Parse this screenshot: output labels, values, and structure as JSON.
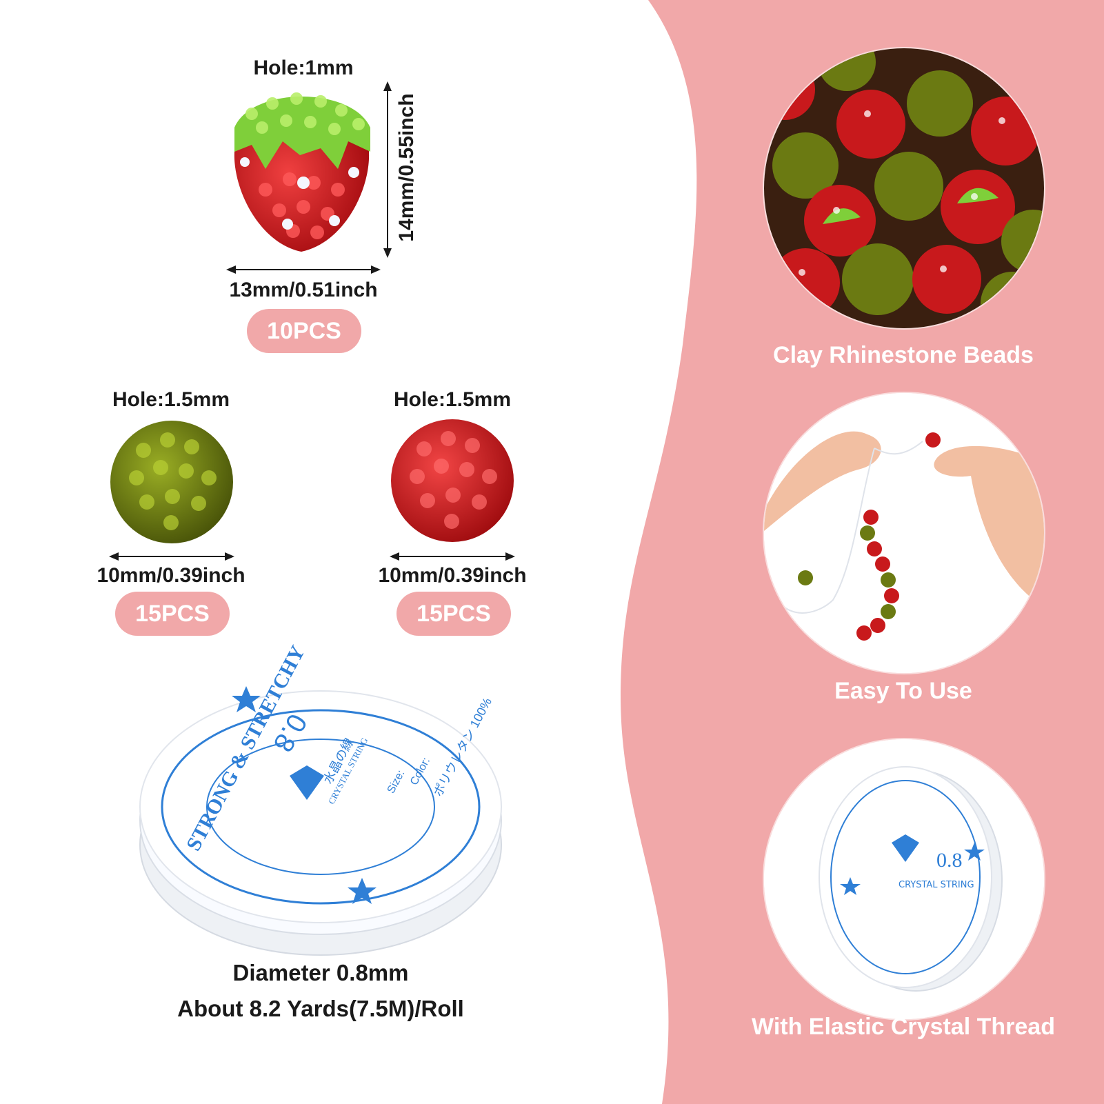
{
  "colors": {
    "accent_pink": "#f1a8a9",
    "bead_red": "#d21f22",
    "bead_olive": "#6b7a12",
    "leaf_green": "#7fcf3a",
    "text_dark": "#1a1a1a",
    "thread_blue": "#2f7fd6"
  },
  "strawberry_bead": {
    "hole": "Hole:1mm",
    "height": "14mm/0.55inch",
    "width": "13mm/0.51inch",
    "qty": "10PCS"
  },
  "olive_bead": {
    "hole": "Hole:1.5mm",
    "width": "10mm/0.39inch",
    "qty": "15PCS"
  },
  "red_bead": {
    "hole": "Hole:1.5mm",
    "width": "10mm/0.39inch",
    "qty": "15PCS"
  },
  "thread_spool": {
    "label_line1": "Diameter 0.8mm",
    "label_line2": "About 8.2 Yards(7.5M)/Roll",
    "ring_text": "STRONG & STRETCHY",
    "size_number": "0.8",
    "jp_text": "水晶の線",
    "crystal_text": "CRYSTAL STRING",
    "size_label": "Size:",
    "color_label": "Color:",
    "bottom_text": "ポリウレタン 100%"
  },
  "features": [
    {
      "caption": "Clay Rhinestone Beads",
      "icon": "beads-pile-photo"
    },
    {
      "caption": "Easy To Use",
      "icon": "hands-stringing-photo"
    },
    {
      "caption": "With Elastic Crystal Thread",
      "icon": "thread-spool-photo"
    }
  ]
}
